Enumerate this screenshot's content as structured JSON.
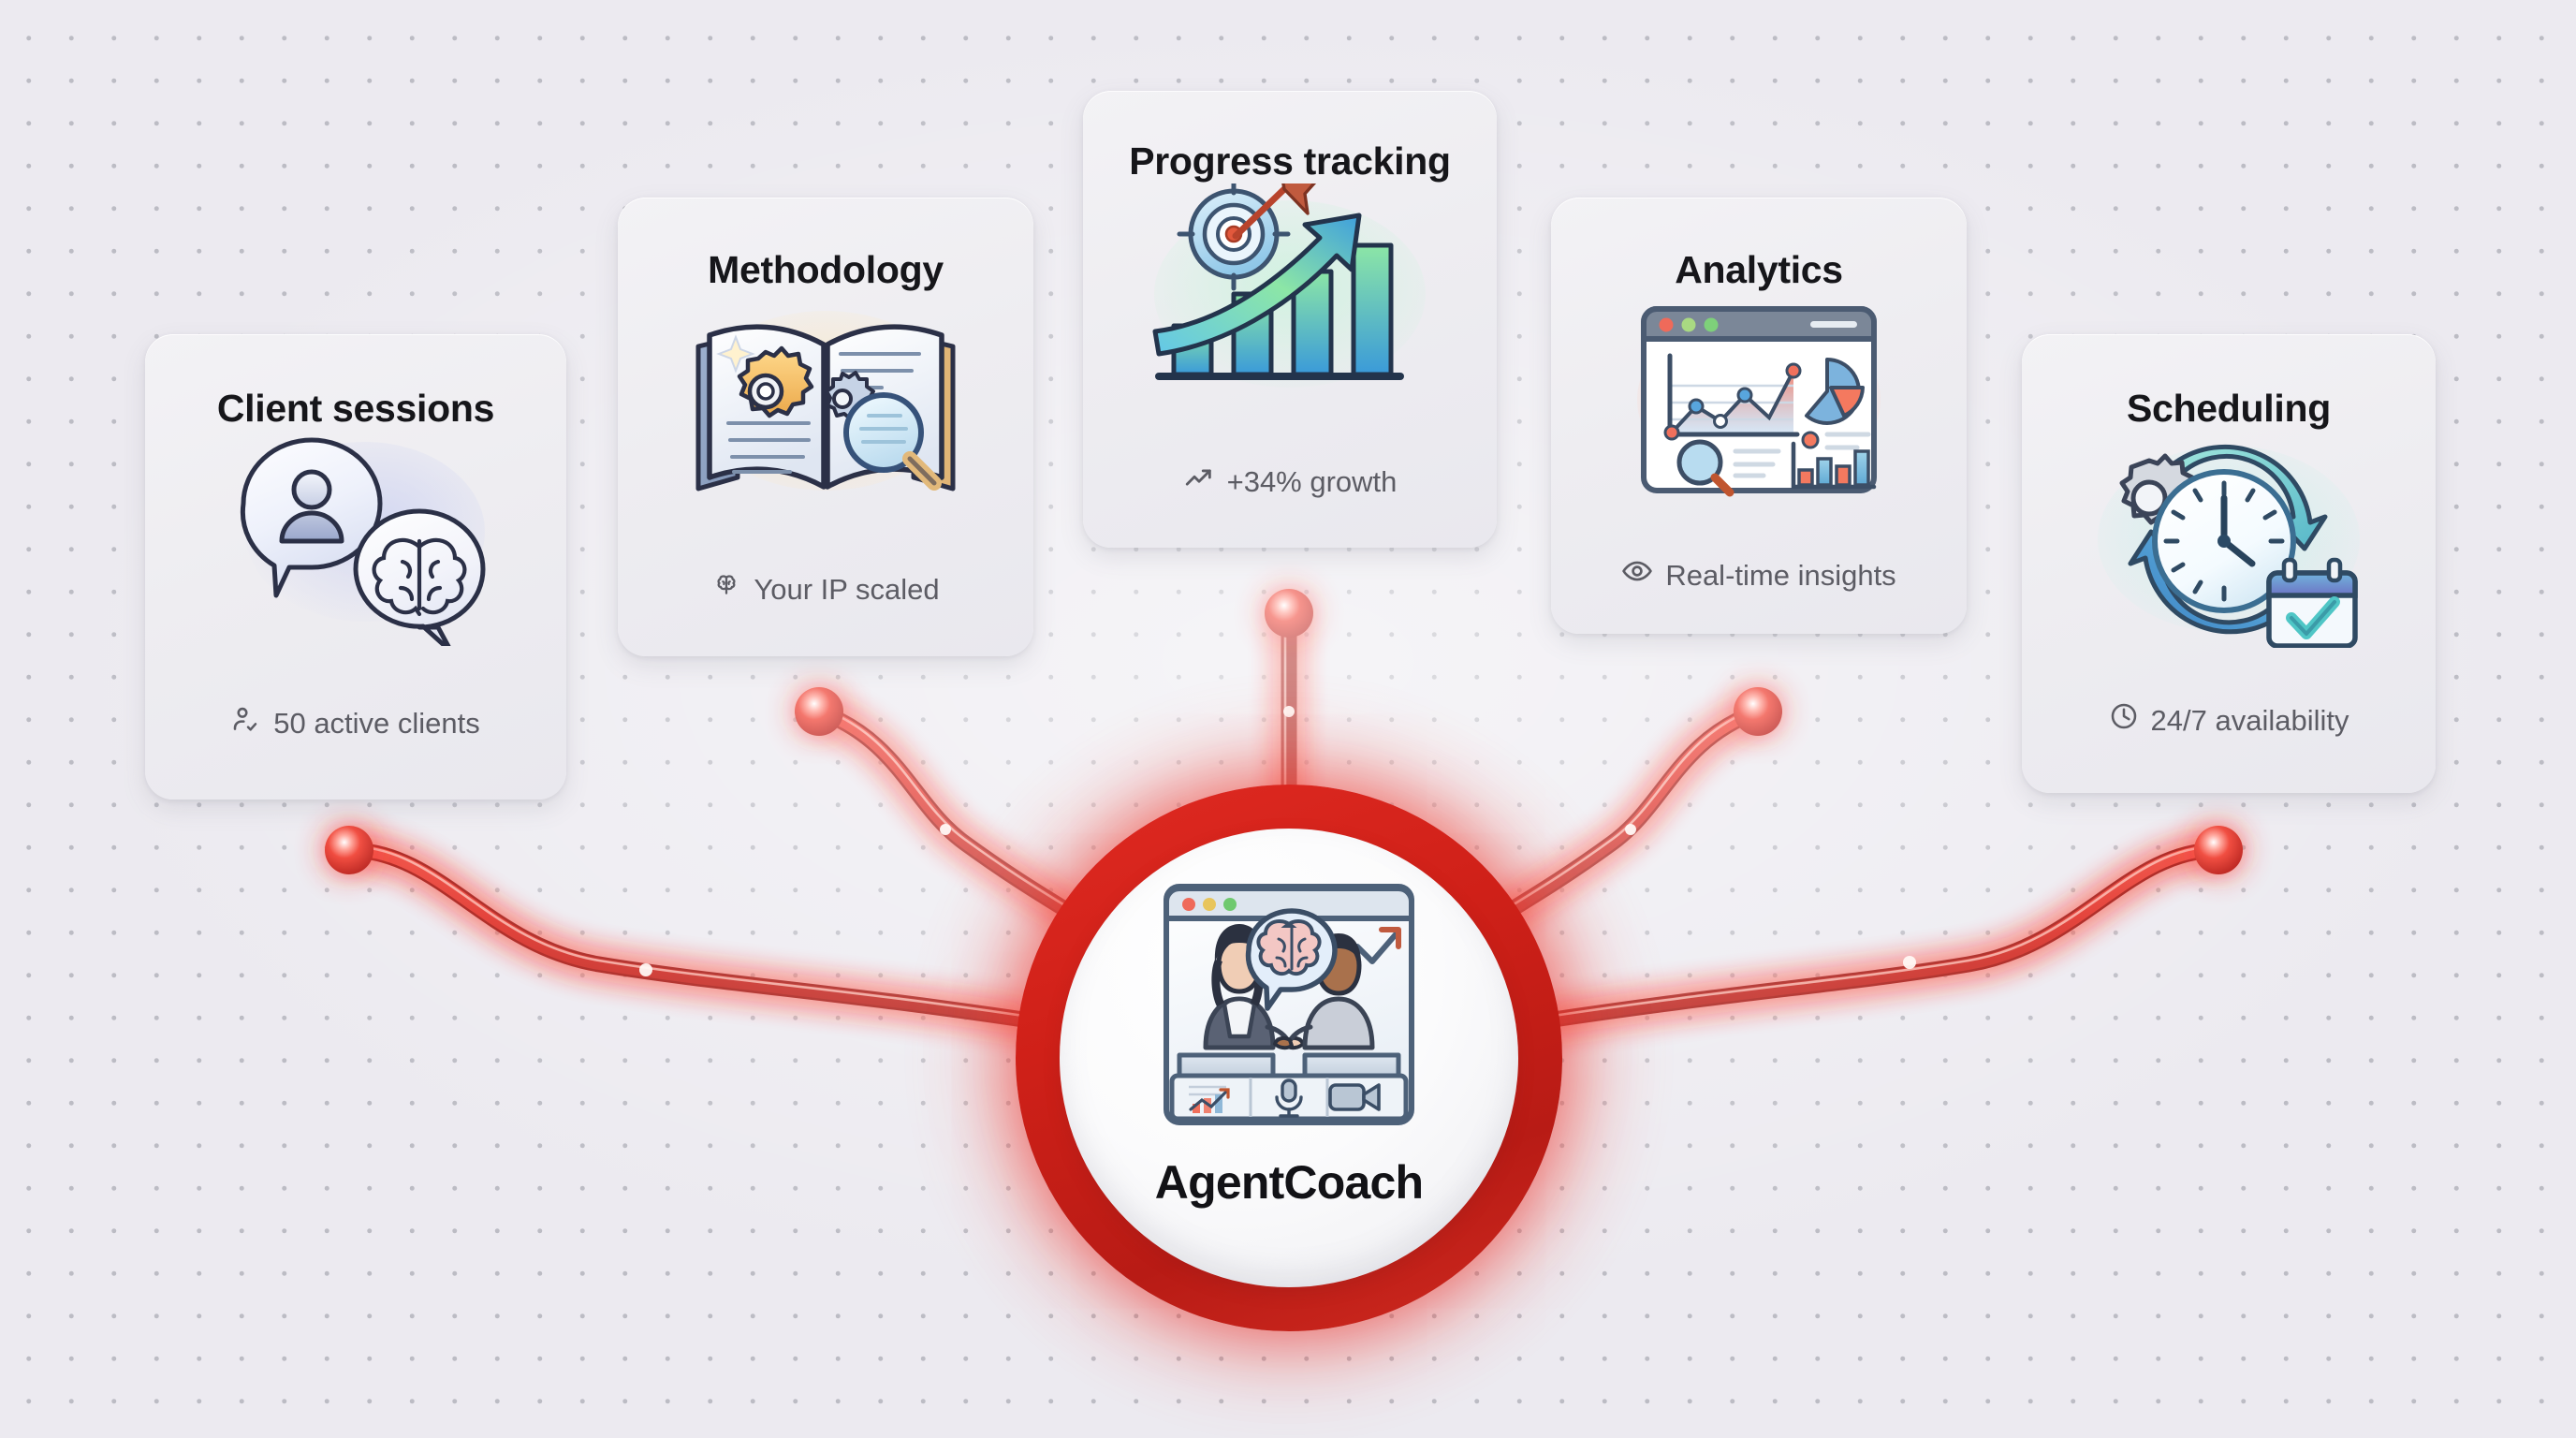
{
  "background": {
    "color": "#eceaf0",
    "dot_color": "#bcbcc4"
  },
  "accent": {
    "connector_red": "#e3241c",
    "ring_red": "#c82019",
    "glow_red": "#ff3b2e"
  },
  "hub": {
    "label": "AgentCoach",
    "art_name": "video-coaching-session-illustration"
  },
  "cards": [
    {
      "id": "client",
      "title": "Client sessions",
      "caption": "50 active clients",
      "caption_icon": "user-check-icon",
      "art_name": "speech-bubbles-person-brain-illustration"
    },
    {
      "id": "methodology",
      "title": "Methodology",
      "caption": "Your IP scaled",
      "caption_icon": "brain-icon",
      "art_name": "open-book-gears-magnifier-illustration"
    },
    {
      "id": "progress",
      "title": "Progress tracking",
      "caption": "+34% growth",
      "caption_icon": "trending-up-icon",
      "art_name": "target-arrow-growth-bars-illustration"
    },
    {
      "id": "analytics",
      "title": "Analytics",
      "caption": "Real-time insights",
      "caption_icon": "eye-icon",
      "art_name": "dashboard-window-charts-illustration"
    },
    {
      "id": "scheduling",
      "title": "Scheduling",
      "caption": "24/7 availability",
      "caption_icon": "clock-icon",
      "art_name": "clock-gear-calendar-check-illustration"
    }
  ],
  "connectors": [
    {
      "name": "connector-client",
      "node": [
        373,
        908
      ]
    },
    {
      "name": "connector-methodology",
      "node": [
        875,
        760
      ]
    },
    {
      "name": "connector-progress",
      "node": [
        1377,
        655
      ]
    },
    {
      "name": "connector-analytics",
      "node": [
        1878,
        760
      ]
    },
    {
      "name": "connector-scheduling",
      "node": [
        2370,
        910
      ]
    }
  ]
}
